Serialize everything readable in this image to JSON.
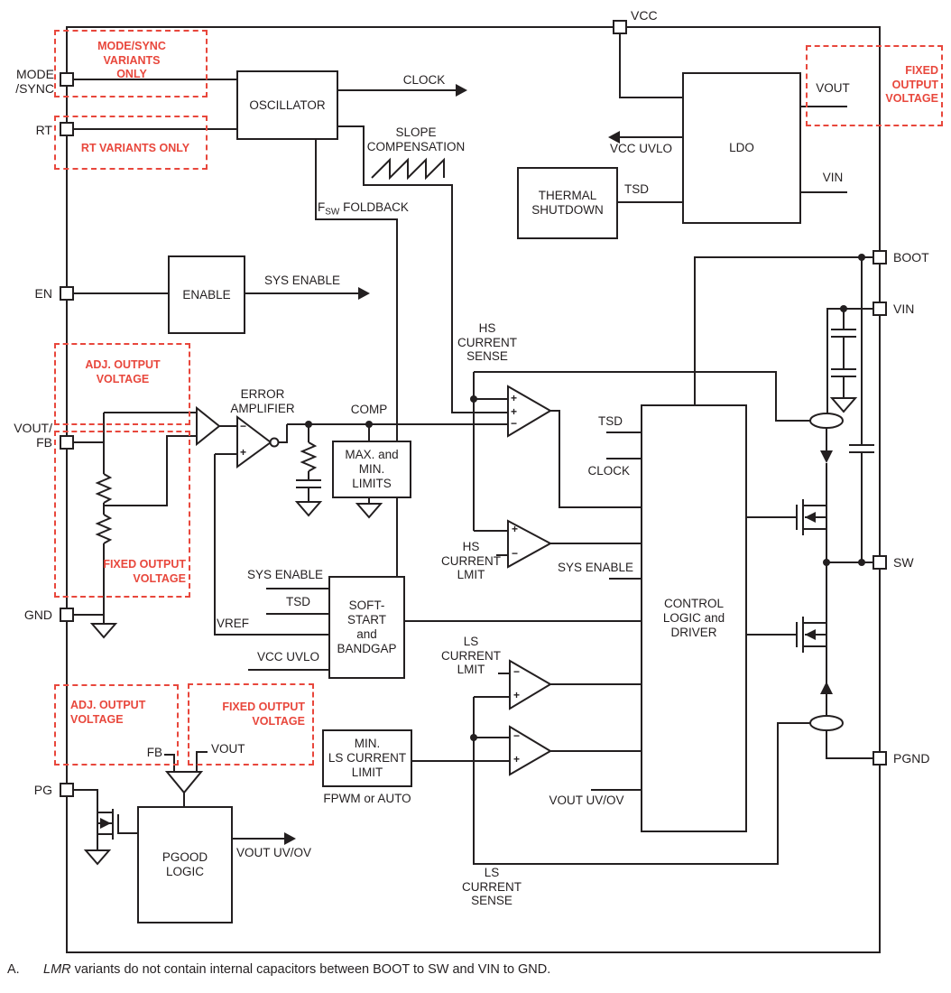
{
  "colors": {
    "line": "#231f20",
    "accent_red": "#e8473c",
    "background": "#ffffff"
  },
  "pins": {
    "mode_sync": "MODE\n/SYNC",
    "rt": "RT",
    "en": "EN",
    "vout_fb": "VOUT/\nFB",
    "gnd": "GND",
    "pg": "PG",
    "vcc": "VCC",
    "boot": "BOOT",
    "vin": "VIN",
    "sw": "SW",
    "pgnd": "PGND"
  },
  "blocks": {
    "oscillator": "OSCILLATOR",
    "enable": "ENABLE",
    "thermal_shutdown": "THERMAL\nSHUTDOWN",
    "ldo": "LDO",
    "max_min_limits": "MAX. and\nMIN.\nLIMITS",
    "soft_start": "SOFT-\nSTART\nand\nBANDGAP",
    "min_ls_current_limit": "MIN.\nLS CURRENT\nLIMIT",
    "control_logic": "CONTROL\nLOGIC and\nDRIVER",
    "pgood_logic": "PGOOD\nLOGIC"
  },
  "signals": {
    "clock": "CLOCK",
    "slope_compensation": "SLOPE\nCOMPENSATION",
    "fsw_f": "F",
    "fsw_sub": "SW",
    "fsw_foldback": " FOLDBACK",
    "sys_enable": "SYS ENABLE",
    "error_amplifier": "ERROR\nAMPLIFIER",
    "comp": "COMP",
    "hs_current_sense": "HS\nCURRENT\nSENSE",
    "hs_current_limit": "HS\nCURRENT\nLMIT",
    "ls_current_limit": "LS\nCURRENT\nLMIT",
    "ls_current_sense": "LS\nCURRENT\nSENSE",
    "tsd": "TSD",
    "vcc_uvlo": "VCC UVLO",
    "vref": "VREF",
    "vout_uv_ov": "VOUT UV/OV",
    "fpwm_or_auto": "FPWM or AUTO",
    "fb": "FB",
    "vout": "VOUT",
    "vin": "VIN"
  },
  "annotations": {
    "mode_sync_variants": "MODE/SYNC VARIANTS\nONLY",
    "rt_variants": "RT VARIANTS ONLY",
    "adj_output": "ADJ. OUTPUT\nVOLTAGE",
    "fixed_output": "FIXED OUTPUT\nVOLTAGE",
    "fixed_output_stacked": "FIXED\nOUTPUT\nVOLTAGE"
  },
  "amplifier": {
    "plus": "+",
    "minus": "−"
  },
  "footnote": {
    "prefix": "A.",
    "em": "LMR",
    "rest": " variants do not contain internal capacitors between BOOT to SW and VIN to GND."
  }
}
